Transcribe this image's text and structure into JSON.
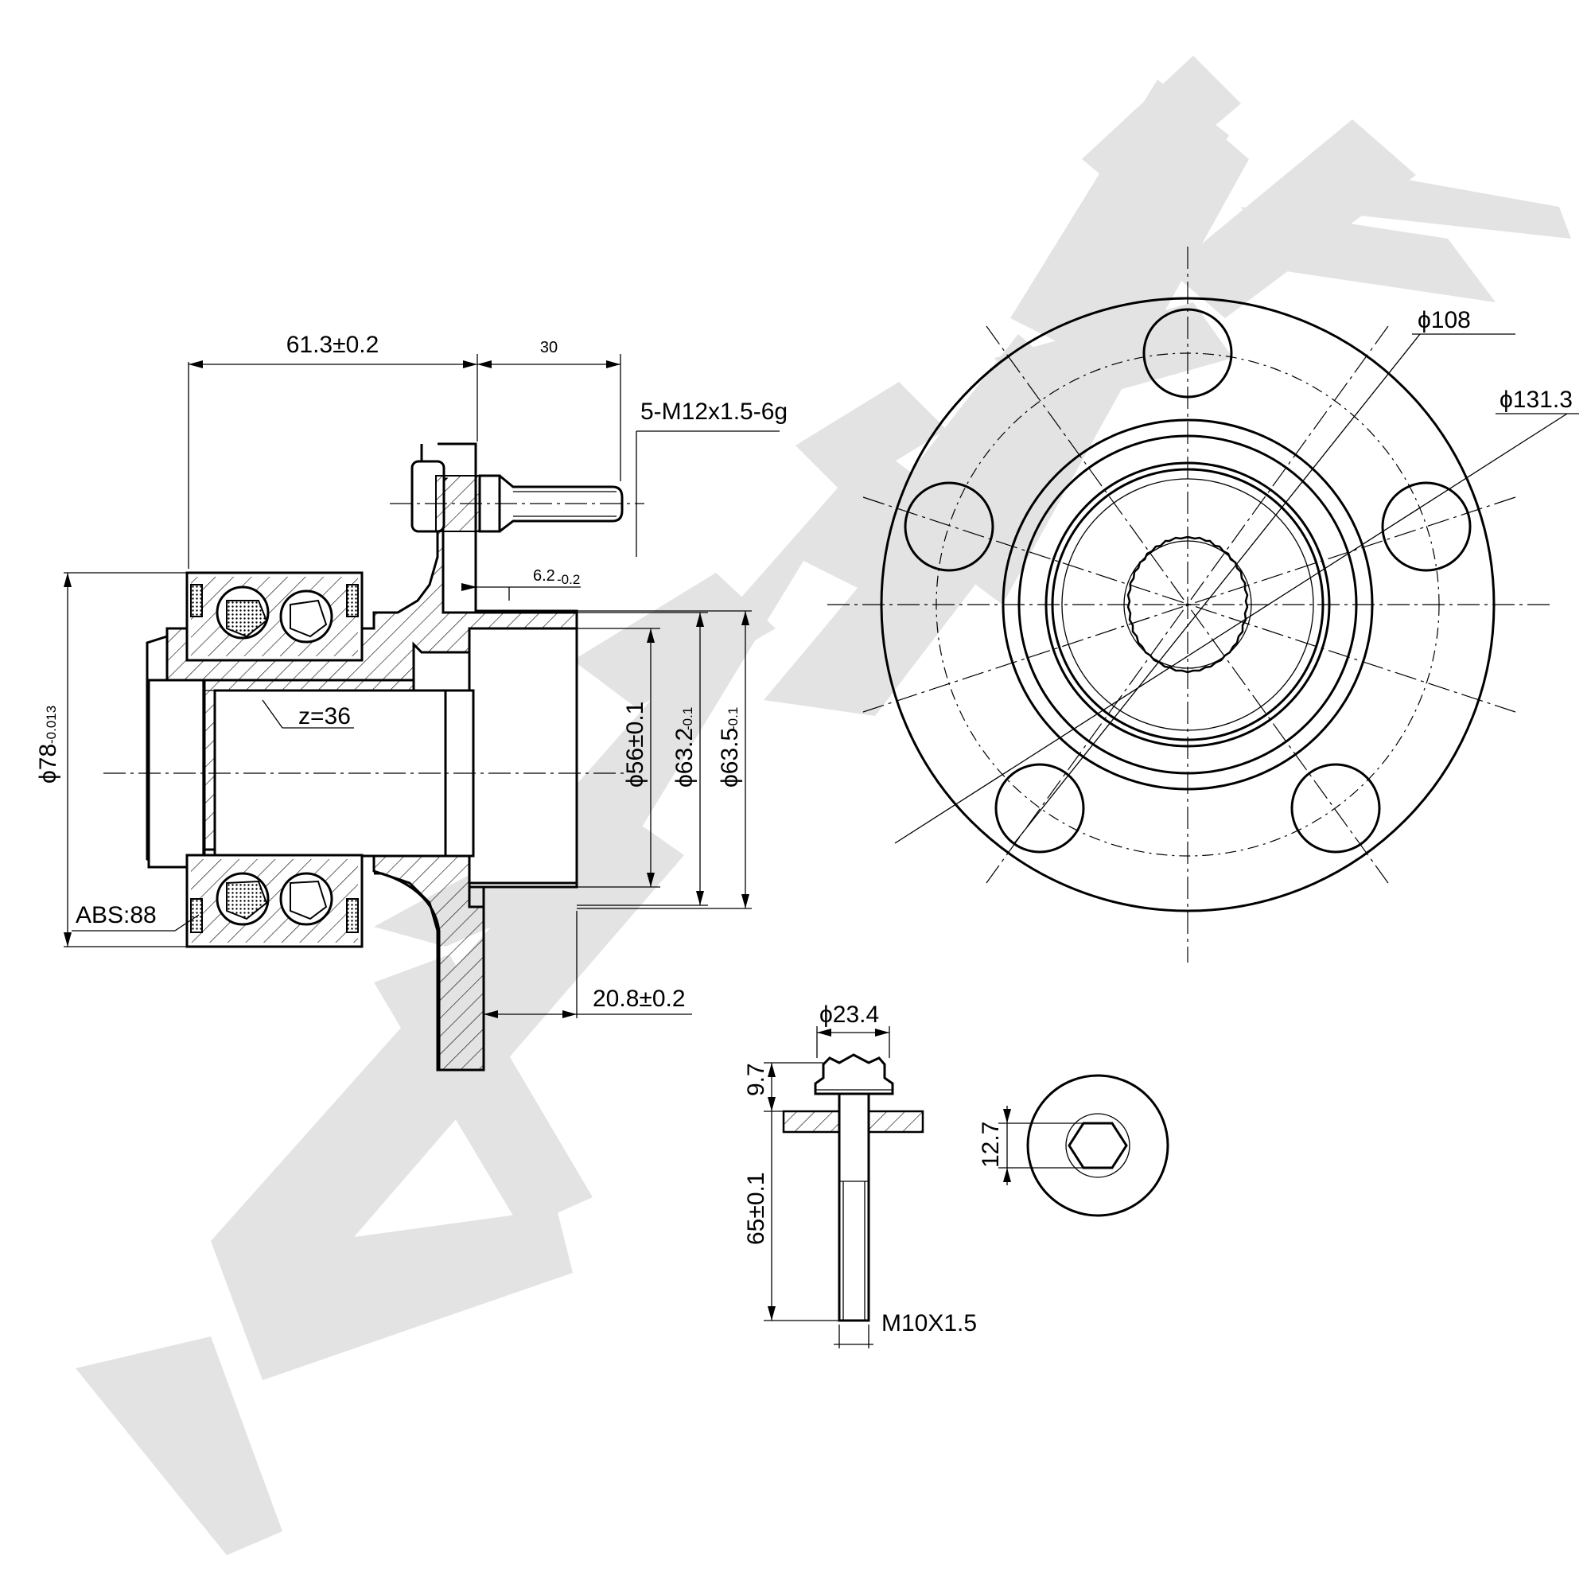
{
  "drawing": {
    "watermark": {
      "text": "ZENTEK",
      "color": "#e3e3e3"
    },
    "section_view": {
      "dims": {
        "flange_offset": "61.3±0.2",
        "stud_length": "30",
        "stud_thread": "5-M12x1.5-6g",
        "flange_thickness_main": "6.2",
        "flange_thickness_tol": "-0.2",
        "bearing_od_main": "ϕ78",
        "bearing_od_tol": "-0.013",
        "spline": "z=36",
        "abs": "ABS:88",
        "bore_56": "ϕ56±0.1",
        "pilot_63_2_main": "ϕ63.2",
        "pilot_63_2_tol": "-0.1",
        "pilot_63_5_main": "ϕ63.5",
        "pilot_63_5_tol": "-0.1",
        "pilot_depth": "20.8±0.2"
      }
    },
    "front_view": {
      "dims": {
        "pcd": "ϕ108",
        "flange_od": "ϕ131.3"
      }
    },
    "bolt": {
      "dims": {
        "head_diameter": "ϕ23.4",
        "head_height": "9.7",
        "length": "65±0.1",
        "thread": "M10X1.5",
        "hex_size": "12.7"
      }
    }
  }
}
